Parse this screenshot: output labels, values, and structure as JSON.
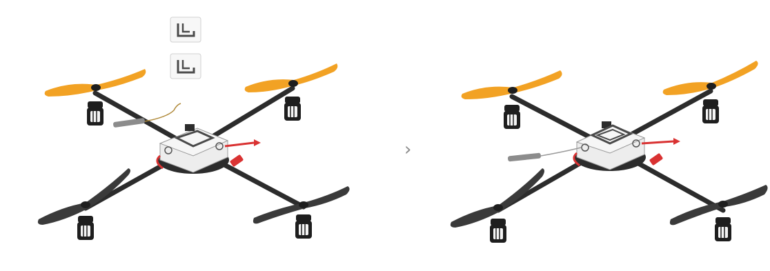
{
  "figure": {
    "type": "assembly-instruction",
    "panels": [
      {
        "id": "before",
        "description_items": [
          "quadcopter-frame",
          "front-propellers-orange",
          "rear-propellers-black",
          "center-hub",
          "loose-wire",
          "module-cards-x2"
        ]
      },
      {
        "id": "after",
        "description_items": [
          "quadcopter-frame",
          "front-propellers-orange",
          "rear-propellers-black",
          "center-hub-with-module",
          "connected-wire"
        ]
      }
    ],
    "step_arrow": {
      "icon": "chevron-right-icon"
    },
    "colors": {
      "propeller_front": "#F2A224",
      "propeller_rear": "#3A3A3A",
      "arm": "#2C2C2C",
      "motor": "#1E1E1E",
      "hub": "#EDEDED",
      "accent_red": "#D93232",
      "module_outline": "#4A4A4A",
      "wire_gray": "#8C8C8C"
    }
  }
}
